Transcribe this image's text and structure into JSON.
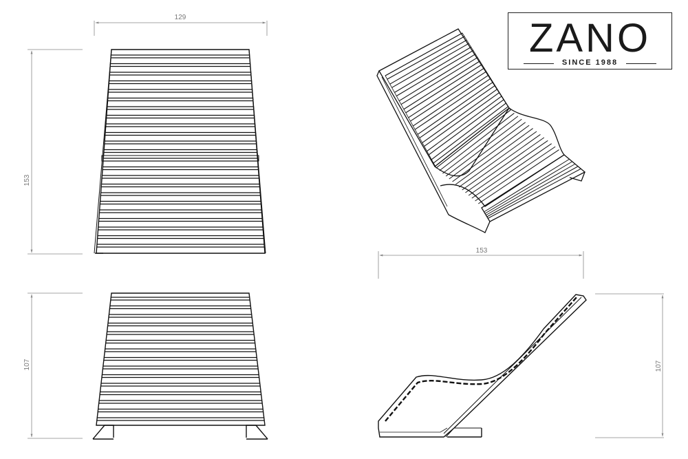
{
  "brand": {
    "name": "ZANO",
    "tagline": "SINCE 1988"
  },
  "dimensions": {
    "front_width": "129",
    "front_height": "153",
    "side_length": "153",
    "back_height": "107",
    "side_height": "107"
  },
  "colors": {
    "line": "#111111",
    "dimension_line": "#888888"
  }
}
